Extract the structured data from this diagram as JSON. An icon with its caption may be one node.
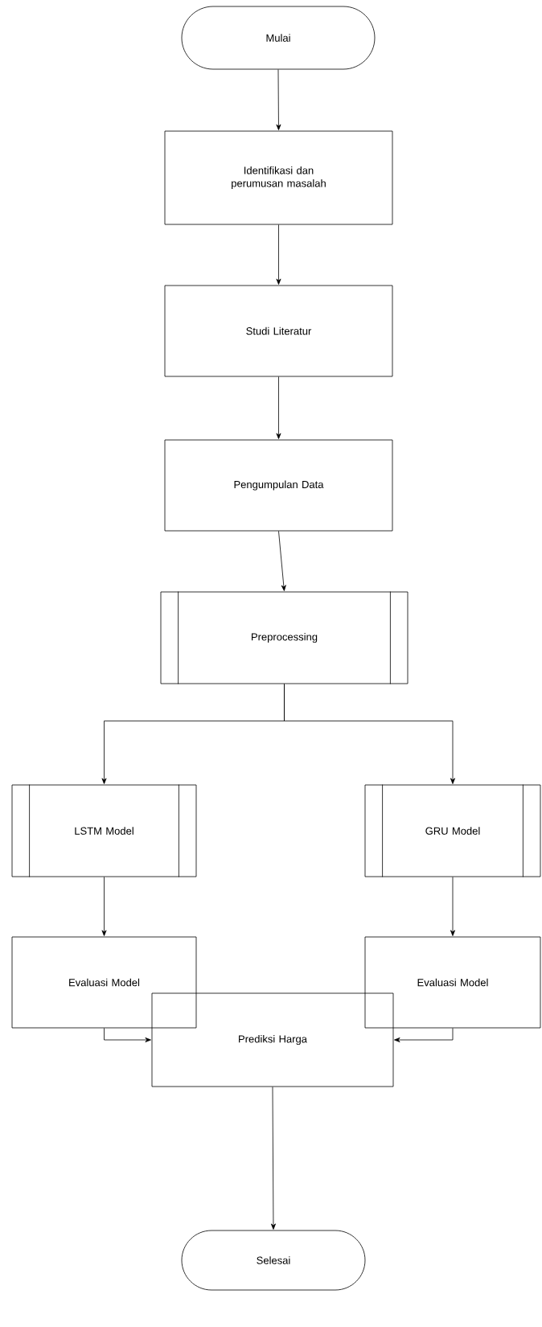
{
  "diagram": {
    "nodes": [
      {
        "text": [
          "Mulai"
        ]
      },
      {
        "text": [
          "Identifikasi dan perumusan masalah"
        ]
      },
      {
        "text": [
          "Studi Literatur"
        ]
      },
      {
        "text": [
          "Pengumpulan Data"
        ]
      },
      {
        "text": [
          "Preprocessing"
        ]
      },
      {
        "text": [
          "LSTM Model"
        ]
      },
      {
        "text": [
          "GRU Model"
        ]
      },
      {
        "text": [
          "Evaluasi Model"
        ]
      },
      {
        "text": [
          "Evaluasi Model"
        ]
      },
      {
        "text": [
          "Prediksi Harga"
        ]
      },
      {
        "text": [
          "Selesai"
        ]
      }
    ],
    "edges": [
      {
        "from": 0,
        "to": 1,
        "arrow": "to"
      },
      {
        "from": 1,
        "to": 2,
        "arrow": "to"
      },
      {
        "from": 2,
        "to": 3,
        "arrow": "to"
      },
      {
        "from": 3,
        "to": 4,
        "arrow": "to"
      },
      {
        "from": 4,
        "to": 5,
        "arrow": "to"
      },
      {
        "from": 4,
        "to": 6,
        "arrow": "to"
      },
      {
        "from": 5,
        "to": 7,
        "arrow": "to"
      },
      {
        "from": 6,
        "to": 8,
        "arrow": "to"
      },
      {
        "from": 7,
        "to": 9,
        "arrow": "to"
      },
      {
        "from": 8,
        "to": 9,
        "arrow": "to"
      },
      {
        "from": 9,
        "to": 10,
        "arrow": "to"
      }
    ]
  }
}
